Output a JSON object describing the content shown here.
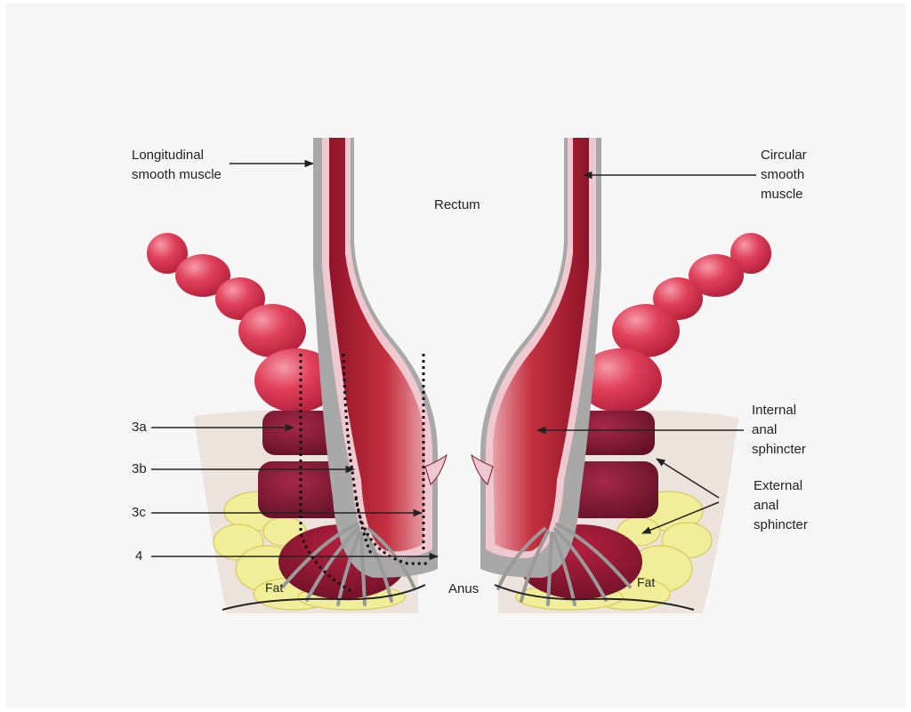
{
  "labels": {
    "longitudinal": "Longitudinal smooth muscle",
    "circular": "Circular smooth muscle",
    "rectum": "Rectum",
    "internal_sphincter": "Internal anal sphincter",
    "external_sphincter": "External anal sphincter",
    "anus": "Anus",
    "fat_left": "Fat",
    "fat_right": "Fat",
    "grade_3a": "3a",
    "grade_3b": "3b",
    "grade_3c": "3c",
    "grade_4": "4"
  },
  "colors": {
    "background": "#f6f6f6",
    "mucosa_red": "#b5233a",
    "muscle_dark": "#7a1530",
    "puborectalis_pink": "#e0405a",
    "smooth_muscle_grey": "#9a9a9a",
    "fat_yellow": "#f1ee9a",
    "tissue_beige": "#ece3dc"
  }
}
